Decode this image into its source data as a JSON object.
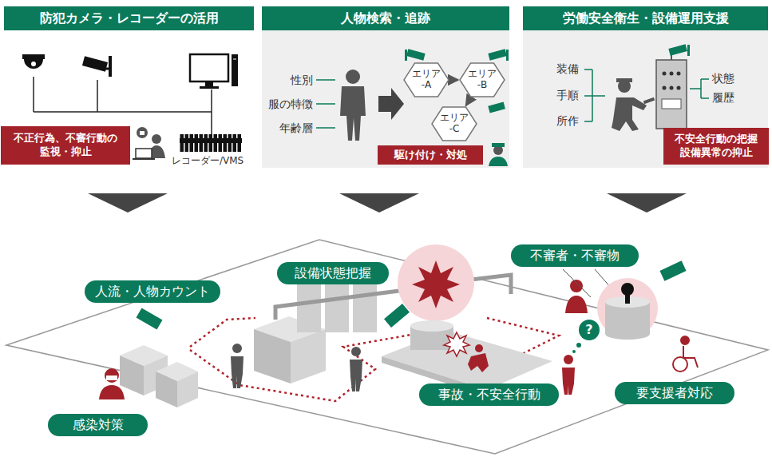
{
  "diagram": {
    "nodes": [
      {
        "text": [
          "防犯カメラ・レコーダーの活用"
        ]
      },
      {
        "text": [
          "不正行為、不審行動の 監視・抑止"
        ],
        "in": 0
      },
      {
        "text": [
          "人物検索・追跡"
        ]
      },
      {
        "text": [
          "エリア -A"
        ],
        "in": 2
      },
      {
        "text": [
          "エリア -B"
        ],
        "in": 2
      },
      {
        "text": [
          "エリア -C"
        ],
        "in": 2
      },
      {
        "text": [
          "駆け付け・対処"
        ],
        "in": 2
      },
      {
        "text": [
          "労働安全衛生・設備運用支援"
        ]
      },
      {
        "text": [
          "不安全行動の把握 設備異常の抑止"
        ],
        "in": 7
      },
      {
        "text": [
          "人流・人物カウント"
        ]
      },
      {
        "text": [
          "設備状態把握"
        ]
      },
      {
        "text": [
          "不審者・不審物"
        ]
      },
      {
        "text": [
          "事故・不安全行動"
        ]
      },
      {
        "text": [
          "要支援者対応"
        ]
      },
      {
        "text": [
          "感染対策"
        ]
      }
    ],
    "edges": [
      {
        "from": 3,
        "to": 4,
        "arrow": "to"
      },
      {
        "from": 4,
        "to": 5,
        "arrow": "to"
      }
    ],
    "labels": [
      "レコーダー/VMS",
      "性別",
      "服の特徴",
      "年齢層",
      "装備",
      "手順",
      "所作",
      "状態",
      "履歴",
      "?"
    ]
  }
}
